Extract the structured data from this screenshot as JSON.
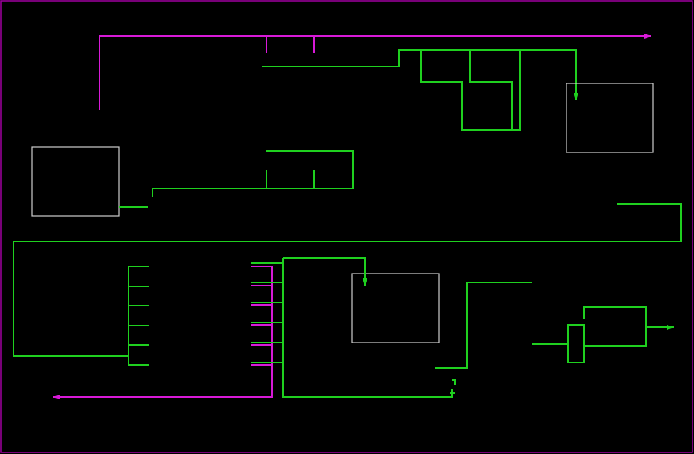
{
  "diagram": {
    "background_color": "#000000",
    "frame_color": "#a000a0",
    "primary_wire_color": "#d81ad8",
    "secondary_wire_color": "#1fd01f",
    "block_outline_color": "#cfcfcf",
    "blocks": [
      "block-top-right",
      "block-left",
      "block-center",
      "block-bottom-right"
    ],
    "labels": []
  }
}
